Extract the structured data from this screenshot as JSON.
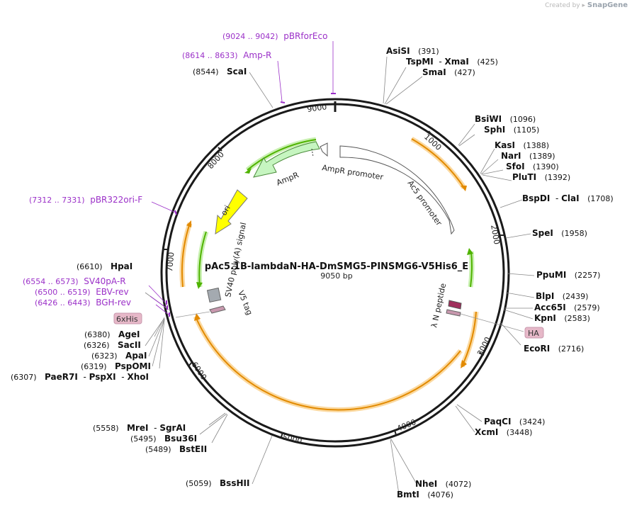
{
  "title": "pAc5.1B-lambdaN-HA-DmSMG5-PINSMG6-V5His6_E",
  "length_label": "9050 bp",
  "watermark": {
    "prefix": "Created by",
    "brand": "SnapGene"
  },
  "ticks": [
    "1000",
    "2000",
    "3000",
    "4000",
    "5000",
    "6000",
    "7000",
    "8000",
    "9000"
  ],
  "features": {
    "ampr": "AmpR",
    "ampr_promoter": "AmpR promoter",
    "ac5_promoter": "Ac5 promoter",
    "ori": "ori",
    "sv40": "SV40 poly(A) signal",
    "v5": "V5 tag",
    "lambda": "λ N peptide",
    "his": "6xHis",
    "ha": "HA"
  },
  "primers": [
    {
      "range": "(9024 .. 9042)",
      "name": "pBRforEco"
    },
    {
      "range": "(8614 .. 8633)",
      "name": "Amp-R"
    },
    {
      "range": "(7312 .. 7331)",
      "name": "pBR322ori-F"
    },
    {
      "range": "(6554 .. 6573)",
      "name": "SV40pA-R"
    },
    {
      "range": "(6500 .. 6519)",
      "name": "EBV-rev"
    },
    {
      "range": "(6426 .. 6443)",
      "name": "BGH-rev"
    }
  ],
  "sites_right": [
    {
      "name": "AsiSI",
      "pos": "(391)"
    },
    {
      "name": "TspMI",
      "sep": "-",
      "name2": "XmaI",
      "pos": "(425)"
    },
    {
      "name": "SmaI",
      "pos": "(427)"
    },
    {
      "name": "BsiWI",
      "pos": "(1096)"
    },
    {
      "name": "SphI",
      "pos": "(1105)"
    },
    {
      "name": "KasI",
      "pos": "(1388)"
    },
    {
      "name": "NarI",
      "pos": "(1389)"
    },
    {
      "name": "SfoI",
      "pos": "(1390)"
    },
    {
      "name": "PluTI",
      "pos": "(1392)"
    },
    {
      "name": "BspDI",
      "sep": "-",
      "name2": "ClaI",
      "pos": "(1708)"
    },
    {
      "name": "SpeI",
      "pos": "(1958)"
    },
    {
      "name": "PpuMI",
      "pos": "(2257)"
    },
    {
      "name": "BlpI",
      "pos": "(2439)"
    },
    {
      "name": "Acc65I",
      "pos": "(2579)"
    },
    {
      "name": "KpnI",
      "pos": "(2583)"
    },
    {
      "name": "EcoRI",
      "pos": "(2716)"
    },
    {
      "name": "PaqCI",
      "pos": "(3424)"
    },
    {
      "name": "XcmI",
      "pos": "(3448)"
    },
    {
      "name": "NheI",
      "pos": "(4072)"
    },
    {
      "name": "BmtI",
      "pos": "(4076)"
    }
  ],
  "sites_left": [
    {
      "pos": "(8544)",
      "name": "ScaI"
    },
    {
      "pos": "(6610)",
      "name": "HpaI"
    },
    {
      "pos": "(6380)",
      "name": "AgeI"
    },
    {
      "pos": "(6326)",
      "name": "SacII"
    },
    {
      "pos": "(6323)",
      "name": "ApaI"
    },
    {
      "pos": "(6319)",
      "name": "PspOMI"
    },
    {
      "pos": "(6307)",
      "name": "PaeR7I",
      "sep": "-",
      "name2": "PspXI",
      "sep2": "-",
      "name3": "XhoI"
    },
    {
      "pos": "(5558)",
      "name": "MreI",
      "sep": "-",
      "name2": "SgrAI"
    },
    {
      "pos": "(5495)",
      "name": "Bsu36I"
    },
    {
      "pos": "(5489)",
      "name": "BstEII"
    },
    {
      "pos": "(5059)",
      "name": "BssHII"
    }
  ],
  "colors": {
    "backbone": "#1a1a1a",
    "primer": "#9b30c8",
    "orange_arrow": "#e28a00",
    "orange_glow": "#fbd9a0",
    "green_arrow": "#4fb300",
    "green_glow": "#c8f0b0",
    "ampr_fill": "#c6f5c0",
    "ori_fill": "#ffff00",
    "lambda_fill": "#a0305c",
    "tag_fill": "#c898ae",
    "sv40_fill": "#a4aab0",
    "ha_box": "#e6b8c8"
  }
}
